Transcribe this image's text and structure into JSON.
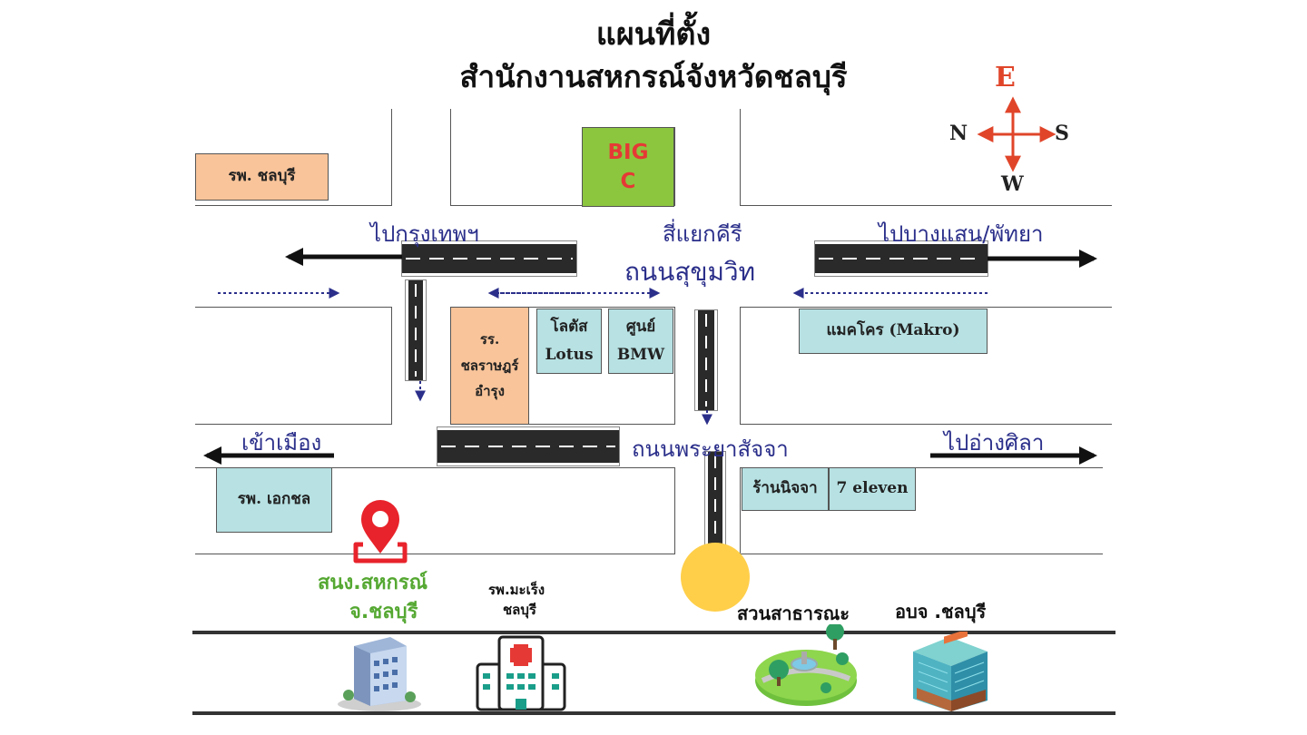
{
  "title": {
    "line1": "แผนที่ตั้ง",
    "line2": "สำนักงานสหกรณ์จังหวัดชลบุรี"
  },
  "compass": {
    "north": "N",
    "south": "S",
    "east": "E",
    "west": "W",
    "color": "#e0452a"
  },
  "places": {
    "hospital_chonburi": "รพ. ชลบุรี",
    "big_c_line1": "BIG",
    "big_c_line2": "C",
    "school_line1": "รร.",
    "school_line2": "ชลราษฎร์",
    "school_line3": "อำรุง",
    "lotus_th": "โลตัส",
    "lotus_en": "Lotus",
    "bmw_th": "ศูนย์",
    "bmw_en": "BMW",
    "makro": "แมคโคร (Makro)",
    "hospital_ekachol": "รพ. เอกชล",
    "nitjaa_shop": "ร้านนิจจา",
    "seven_eleven": "7 eleven"
  },
  "road_labels": {
    "to_bangkok": "ไปกรุงเทพฯ",
    "intersection": "สี่แยกคีรี",
    "to_bangsaen": "ไปบางแสน/พัทยา",
    "sukhumvit": "ถนนสุขุมวิท",
    "to_city": "เข้าเมือง",
    "phraya_satja": "ถนนพระยาสัจจา",
    "to_angsila": "ไปอ่างศิลา"
  },
  "marker": {
    "label_line1": "สนง.สหกรณ์",
    "label_line2": "จ.ชลบุรี",
    "color": "#e8232b",
    "label_color": "#55a832"
  },
  "bottom_legend": {
    "hospital_line1": "รพ.มะเร็ง",
    "hospital_line2": "ชลบุรี",
    "park": "สวนสาธารณะ",
    "provincial_office": "อบจ .ชลบุรี"
  },
  "colors": {
    "road_label": "#2b2f8a",
    "big_c": "#8cc63f",
    "big_c_text": "#e53935",
    "peach": "#f9c49a",
    "teal": "#b7e1e3",
    "sun": "#ffcf4a"
  }
}
